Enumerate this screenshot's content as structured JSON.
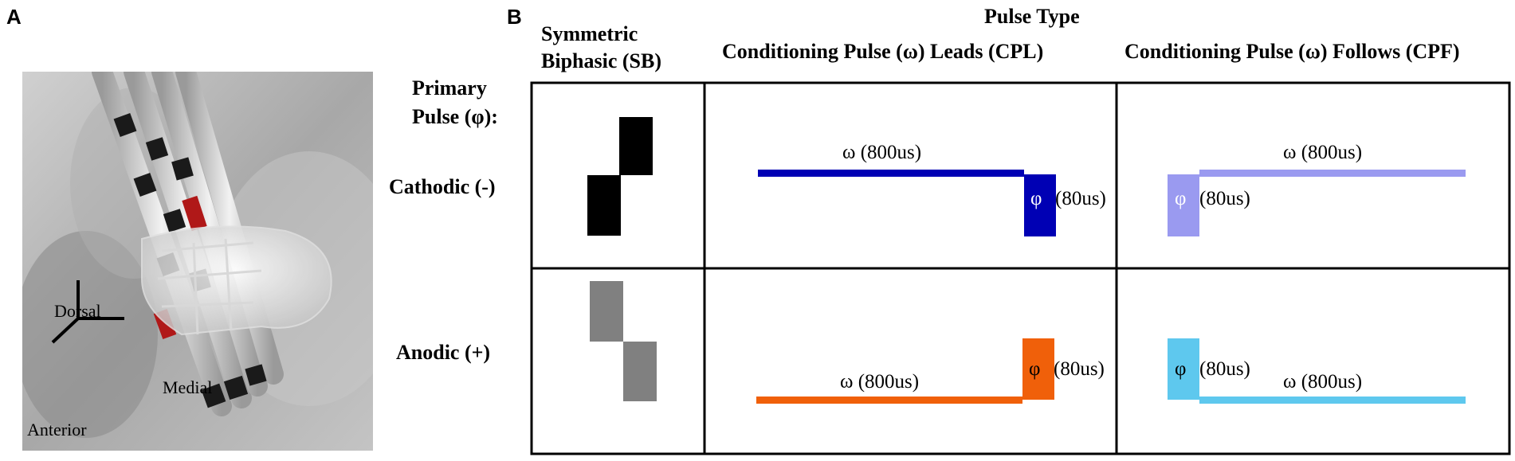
{
  "panels": {
    "a": "A",
    "b": "B"
  },
  "panel_a": {
    "axes": {
      "dorsal": "Dorsal",
      "medial": "Medial",
      "anterior": "Anterior"
    }
  },
  "panel_b": {
    "title": "Pulse Type",
    "columns": {
      "sb_line1": "Symmetric",
      "sb_line2": "Biphasic (SB)",
      "cpl": "Conditioning Pulse (ω) Leads (CPL)",
      "cpf": "Conditioning Pulse (ω) Follows (CPF)"
    },
    "row_header": {
      "line1": "Primary",
      "line2": "Pulse (φ):"
    },
    "rows": {
      "cathodic": "Cathodic (-)",
      "anodic": "Anodic (+)"
    },
    "labels": {
      "omega": "ω (800us)",
      "phi_symbol": "φ",
      "phi_duration": "(80us)"
    },
    "colors": {
      "sb_cathodic": "#000000",
      "sb_anodic": "#808080",
      "cpl_cathodic": "#0000b4",
      "cpl_anodic": "#f0600a",
      "cpf_cathodic": "#9a9af0",
      "cpf_anodic": "#5ec8ee"
    }
  }
}
